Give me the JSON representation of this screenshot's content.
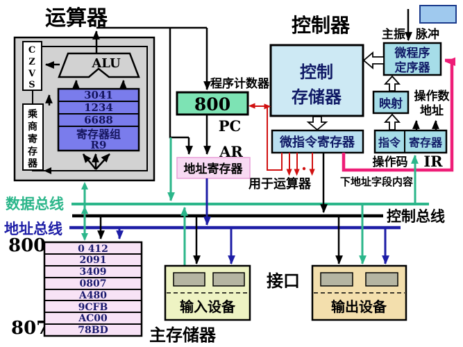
{
  "colors": {
    "bus_data_green": "#2bb68a",
    "bus_address_blue": "#1d1da6",
    "bus_control_black": "#000000",
    "red_signal": "#d01010",
    "pink_feedback": "#ee1d77",
    "regfile_purple": "#7a7cec",
    "pc_green_box": "#7de3b4",
    "ar_pink_box": "#f8daf3",
    "ctrl_store_blue": "#cde9f4",
    "cyan_box": "#a6dde8",
    "memory_pink": "#f8e3f6",
    "input_box": "#eef3c3",
    "output_box": "#f3dfad",
    "unit_gray": "#d2d2d2",
    "navy_text": "#101a66"
  },
  "alu_unit": {
    "title": "运算器",
    "alu_label": "ALU",
    "flag_chars": [
      "C",
      "Z",
      "V",
      "S"
    ],
    "mq_register_chars": [
      "乘",
      "商",
      "寄",
      "存",
      "器"
    ],
    "register_file": {
      "values": [
        "3041",
        "1234",
        "6688"
      ],
      "group_label": "寄存器组",
      "r9": "R9"
    }
  },
  "pc": {
    "label_above": "程序计数器",
    "value": "800",
    "label": "PC"
  },
  "ar": {
    "label": "AR",
    "box_label": "地址寄存器"
  },
  "controller": {
    "title": "控制器",
    "control_store_line1": "控制",
    "control_store_line2": "存储器",
    "micro_instruction_register": "微指令寄存器",
    "sequencer_line1": "微程序",
    "sequencer_line2": "定序器",
    "mapping": "映射",
    "instruction_register_left": "指令",
    "instruction_register_right": "寄存器",
    "opcode_label": "操作码",
    "ir_label": "IR",
    "operand_line1": "操作数",
    "operand_line2": "地址",
    "main_osc": "主振",
    "pulse": "脉冲",
    "for_alu": "用于运算器",
    "next_addr_field": "下地址字段内容"
  },
  "buses": {
    "data": "数据总线",
    "address": "地址总线",
    "control": "控制总线"
  },
  "memory": {
    "start_addr": "800",
    "end_addr": "807",
    "label": "主存储器",
    "cells": [
      "0 412",
      "2091",
      "3409",
      "0807",
      "A480",
      "9CFB",
      "AC00",
      "78BD"
    ]
  },
  "io": {
    "input_device": "输入设备",
    "output_device": "输出设备",
    "interface": "接口"
  }
}
